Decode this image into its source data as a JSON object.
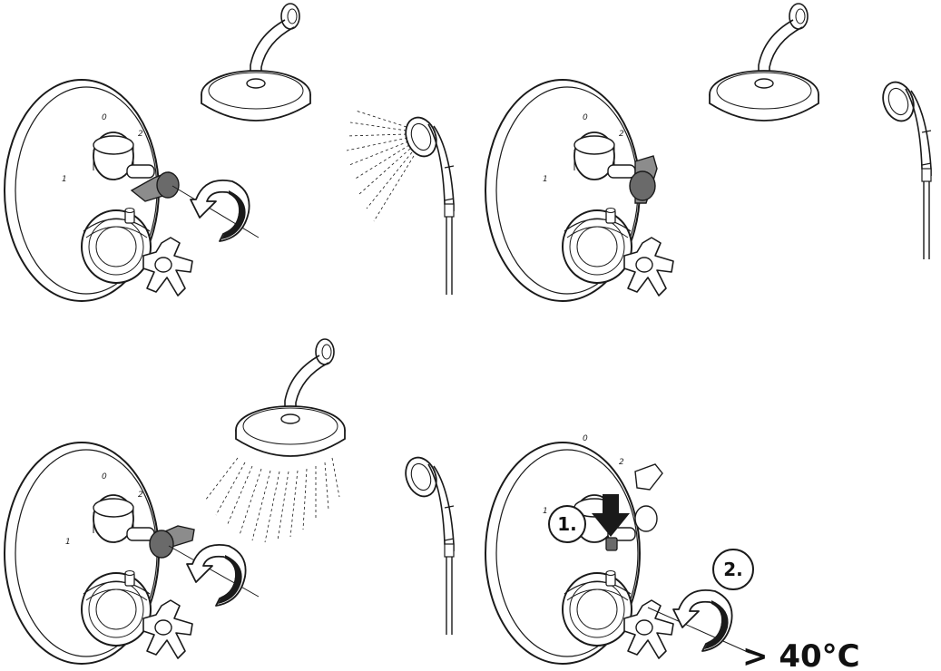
{
  "panels": [
    {
      "id": "top-left",
      "dial_labels": {
        "off": "0",
        "pos1": "1",
        "pos2": "2"
      },
      "outlet": "hand shower"
    },
    {
      "id": "top-right",
      "dial_labels": {
        "off": "0",
        "pos1": "1",
        "pos2": "2"
      },
      "outlet": "none"
    },
    {
      "id": "bottom-left",
      "dial_labels": {
        "off": "0",
        "pos1": "1",
        "pos2": "2"
      },
      "outlet": "overhead shower"
    },
    {
      "id": "bottom-right",
      "dial_labels": {
        "off": "0",
        "pos1": "1",
        "pos2": "2"
      },
      "outlet": "temperature"
    }
  ],
  "steps": {
    "step1": "1.",
    "step2": "2."
  },
  "temperature_label": "> 40°C",
  "colors": {
    "line": "#1a1a1a",
    "lever": "#8c8c8c",
    "lever_dark": "#6a6a6a",
    "background": "#ffffff"
  }
}
